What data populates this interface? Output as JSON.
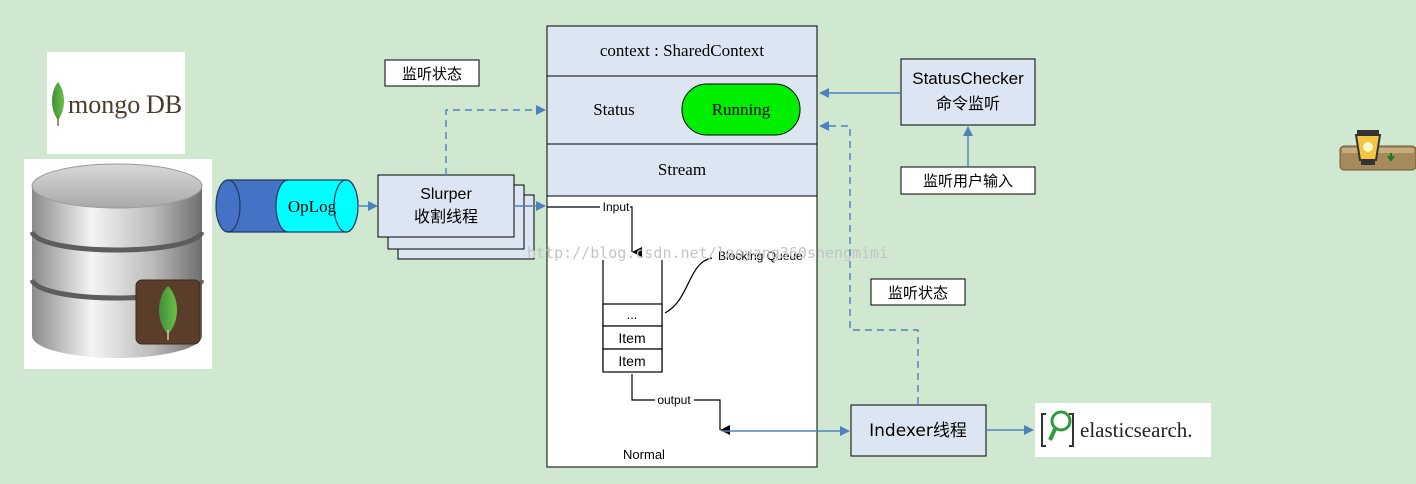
{
  "mongodb_logo": {
    "text_a": "mongo",
    "text_b": "DB"
  },
  "oplog": {
    "label": "OpLog"
  },
  "slurper": {
    "line1": "Slurper",
    "line2": "收割线程"
  },
  "listen_status_top": "监听状态",
  "listen_status_right": "监听状态",
  "context_panel": {
    "header": "context : SharedContext",
    "status_label": "Status",
    "status_value": "Running",
    "stream_label": "Stream",
    "input_label": "Input",
    "output_label": "output",
    "queue_label": "Blocking Queue",
    "queue_items": [
      "...",
      "Item",
      "Item"
    ],
    "footer": "Normal"
  },
  "status_checker": {
    "line1": "StatusChecker",
    "line2": "命令监听"
  },
  "listen_user_input": "监听用户输入",
  "indexer": {
    "label": "Indexer线程"
  },
  "elasticsearch": {
    "label": "elasticsearch."
  },
  "watermark": "http://blog.csdn.net/laoyang360shengmimi",
  "colors": {
    "background": "#cfe8cf",
    "box_fill": "#dce6f2",
    "arrow": "#4f81bd",
    "running": "#00ee00",
    "oplog_cyan": "#00ffff",
    "oplog_blue": "#4472c4"
  }
}
